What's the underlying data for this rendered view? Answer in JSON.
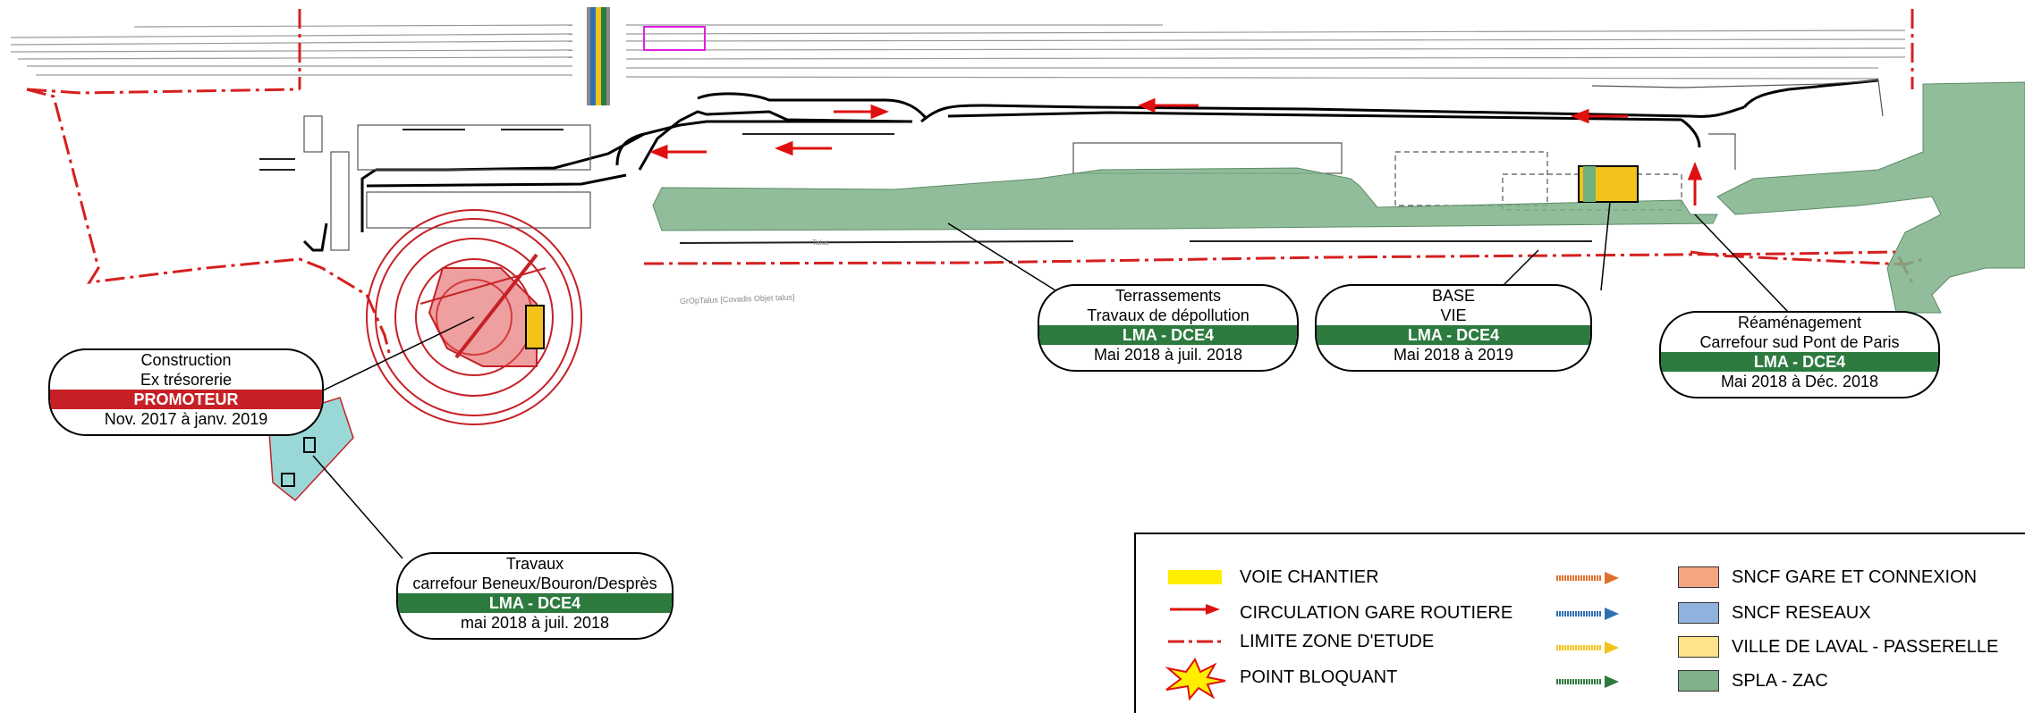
{
  "callouts": {
    "terrassements": {
      "line1": "Terrassements",
      "line2": "Travaux de dépollution",
      "band": "LMA - DCE4",
      "dates": "Mai 2018 à juil. 2018"
    },
    "base_vie": {
      "line1": "BASE",
      "line2": "VIE",
      "band": "LMA - DCE4",
      "dates": "Mai 2018 à 2019"
    },
    "reamenagement": {
      "line1": "Réaménagement",
      "line2": "Carrefour sud Pont de Paris",
      "band": "LMA - DCE4",
      "dates": "Mai 2018 à Déc. 2018"
    },
    "construction": {
      "line1": "Construction",
      "line2": "Ex trésorerie",
      "band": "PROMOTEUR",
      "dates": "Nov. 2017  à janv. 2019"
    },
    "travaux_carrefour": {
      "line1": "Travaux",
      "line2": "carrefour Beneux/Bouron/Desprès",
      "band": "LMA - DCE4",
      "dates": "mai 2018 à juil. 2018"
    }
  },
  "legend": {
    "left": [
      {
        "label": "VOIE CHANTIER",
        "symbol": "yellow-bar"
      },
      {
        "label": "CIRCULATION  GARE ROUTIERE",
        "symbol": "red-arrow"
      },
      {
        "label": "LIMITE ZONE D'ETUDE",
        "symbol": "red-dash-dot"
      },
      {
        "label": "POINT BLOQUANT",
        "symbol": "star"
      }
    ],
    "right": [
      {
        "label": "SNCF GARE ET CONNEXION",
        "color": "#f4a582",
        "arrow_color": "#e0702a"
      },
      {
        "label": "SNCF RESEAUX",
        "color": "#8fb3dc",
        "arrow_color": "#2e6fb3"
      },
      {
        "label": "VILLE DE LAVAL - PASSERELLE",
        "color": "#ffe38a",
        "arrow_color": "#f2c21b"
      },
      {
        "label": "SPLA - ZAC",
        "color": "#7fb18a",
        "arrow_color": "#2d7a3f"
      }
    ]
  },
  "colors": {
    "accent_green": "#2d7a3f",
    "zone_green": "#7fb18a",
    "limit_red": "#d62020",
    "promoteur_red": "#c62026",
    "voie_yellow": "#ffee00"
  },
  "map_labels": {
    "street_1": "GrOpTalus [Covadis Objet talus]",
    "street_2": "Talus"
  }
}
